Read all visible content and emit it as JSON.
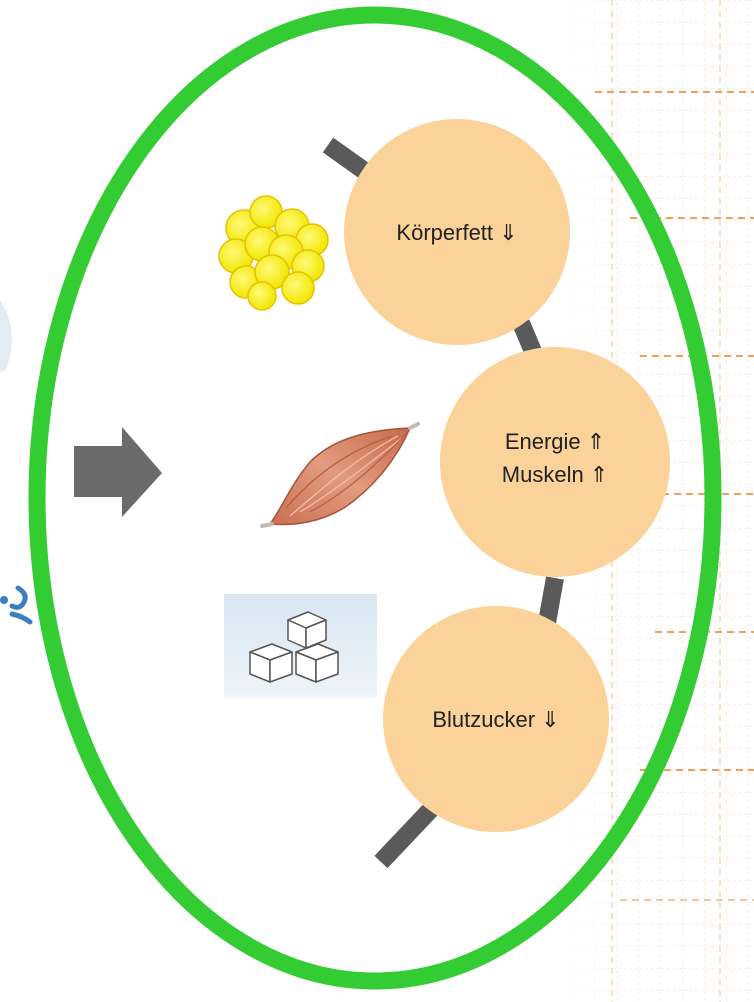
{
  "diagram": {
    "nodes": [
      {
        "id": "koerperfett",
        "lines": [
          "Körperfett ⇓"
        ],
        "icon": "fat-cells-icon"
      },
      {
        "id": "energie-muskeln",
        "lines": [
          "Energie ⇑",
          "Muskeln ⇑"
        ],
        "icon": "muscle-icon"
      },
      {
        "id": "blutzucker",
        "lines": [
          "Blutzucker ⇓"
        ],
        "icon": "sugar-cubes-icon"
      }
    ],
    "arrow": "right-arrow-icon"
  },
  "colors": {
    "ellipse_border": "#33cc33",
    "circle_fill": "#fad29a",
    "connector": "#5a5a5a",
    "arrow": "#6b6b6b",
    "fat_cell": "#f4ee18",
    "muscle": "#d9866a",
    "grid_accent": "#f0a05a"
  }
}
